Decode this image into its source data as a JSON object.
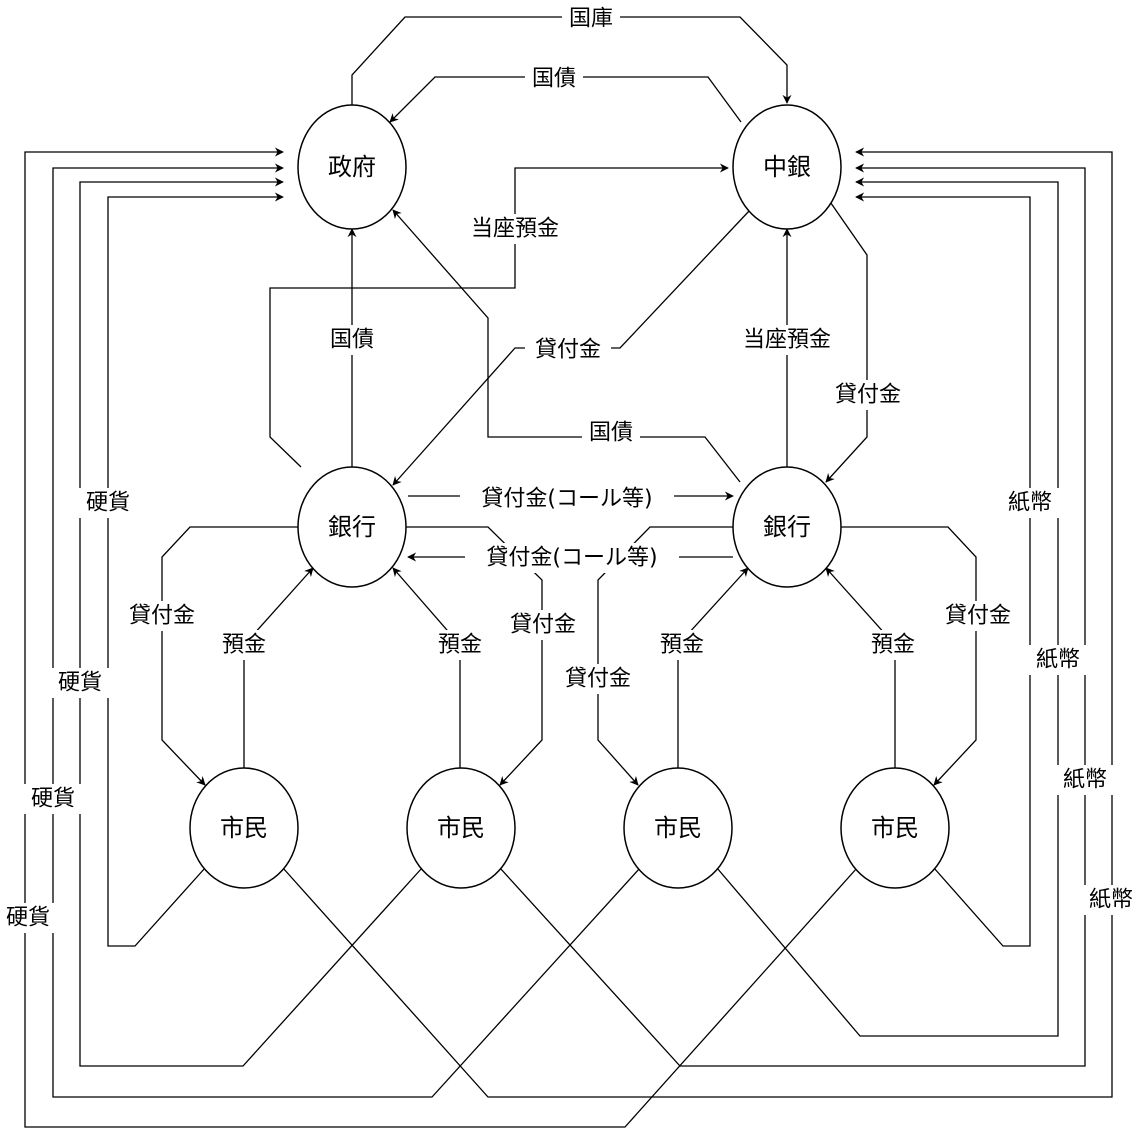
{
  "nodes": {
    "government": "政府",
    "central_bank": "中銀",
    "bank_left": "銀行",
    "bank_right": "銀行",
    "citizen_1": "市民",
    "citizen_2": "市民",
    "citizen_3": "市民",
    "citizen_4": "市民"
  },
  "edges": {
    "treasury": "国庫",
    "gov_bonds_top": "国債",
    "gov_bonds_left_bank": "国債",
    "gov_bonds_right_bank": "国債",
    "current_deposit_left": "当座預金",
    "current_deposit_right": "当座預金",
    "loan_cb_to_left_bank": "貸付金",
    "loan_cb_to_right_bank": "貸付金",
    "call_loan_to_right": "貸付金(コール等)",
    "call_loan_to_left": "貸付金(コール等)",
    "loan_left_bank_citizen1": "貸付金",
    "loan_left_bank_citizen2": "貸付金",
    "loan_right_bank_citizen3": "貸付金",
    "loan_right_bank_citizen4": "貸付金",
    "deposit_citizen1": "預金",
    "deposit_citizen2": "預金",
    "deposit_citizen3": "預金",
    "deposit_citizen4": "預金",
    "coins_1": "硬貨",
    "coins_2": "硬貨",
    "coins_3": "硬貨",
    "coins_4": "硬貨",
    "notes_1": "紙幣",
    "notes_2": "紙幣",
    "notes_3": "紙幣",
    "notes_4": "紙幣"
  }
}
